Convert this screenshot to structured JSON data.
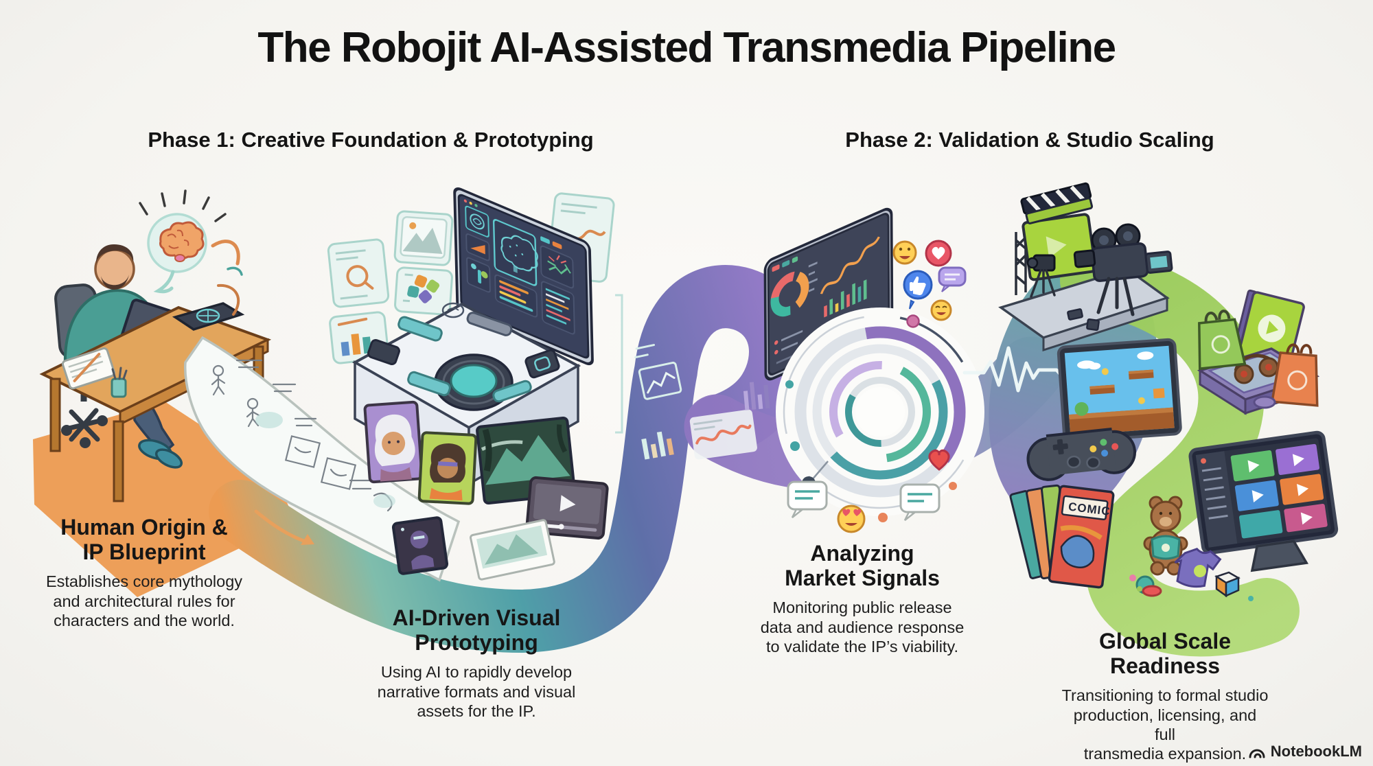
{
  "title": "The Robojit AI-Assisted Transmedia Pipeline",
  "phases": {
    "phase1": "Phase 1: Creative Foundation & Prototyping",
    "phase2": "Phase 2: Validation & Studio Scaling"
  },
  "stages": [
    {
      "id": "human-origin-ip-blueprint",
      "title": "Human Origin &\nIP Blueprint",
      "description": "Establishes core mythology\nand architectural rules for\ncharacters and the world."
    },
    {
      "id": "ai-driven-visual-prototyping",
      "title": "AI-Driven Visual\nPrototyping",
      "description": "Using AI to rapidly develop\nnarrative formats and visual\nassets for the IP."
    },
    {
      "id": "analyzing-market-signals",
      "title": "Analyzing\nMarket Signals",
      "description": "Monitoring public release\ndata and audience response\nto validate the IP’s viability."
    },
    {
      "id": "global-scale-readiness",
      "title": "Global Scale Readiness",
      "description": "Transitioning to formal studio\nproduction, licensing, and full\ntransmedia expansion."
    }
  ],
  "illustration": {
    "comic_cover_label": "COMIC",
    "icons": [
      "brain-idea-icon",
      "thought-bubble",
      "storyboard-scroll",
      "flow-arrow-icon",
      "ai-console",
      "chart-card-icons",
      "character-portrait-cards",
      "analytics-dashboard",
      "smiley-emoji-icon",
      "heart-icon",
      "thumbs-up-icon",
      "chat-bubble-icon",
      "laughing-emoji-icon",
      "heart-eyes-emoji-icon",
      "radial-progress-chart",
      "pulse-waveform",
      "film-clapperboard-icon",
      "film-camera-icon",
      "green-screen-set",
      "platformer-game-screen",
      "gamepad-icon",
      "comic-books",
      "merch-box",
      "shopping-bag-icons",
      "headphones-icon",
      "teddy-bear",
      "t-shirt-icon",
      "toy-cube",
      "streaming-tv",
      "notebooklm-logo-icon"
    ]
  },
  "colors": {
    "background": "#f7f6f2",
    "text": "#141414",
    "phase1_accent": "#ec9b52",
    "teal": "#4fa3a8",
    "purple": "#8e76c0",
    "green": "#a6d168"
  },
  "watermark": {
    "brand": "NotebookLM"
  }
}
